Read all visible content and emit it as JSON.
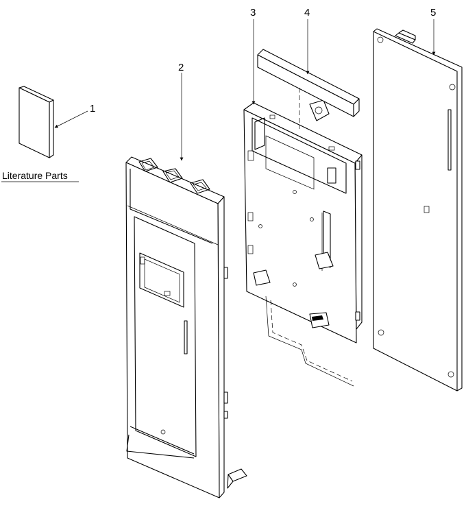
{
  "caption": {
    "literature": "Literature Parts"
  },
  "callouts": [
    {
      "id": "1",
      "label": "1"
    },
    {
      "id": "2",
      "label": "2"
    },
    {
      "id": "3",
      "label": "3"
    },
    {
      "id": "4",
      "label": "4"
    },
    {
      "id": "5",
      "label": "5"
    }
  ],
  "colors": {
    "ink": "#000000",
    "paper": "#ffffff"
  }
}
